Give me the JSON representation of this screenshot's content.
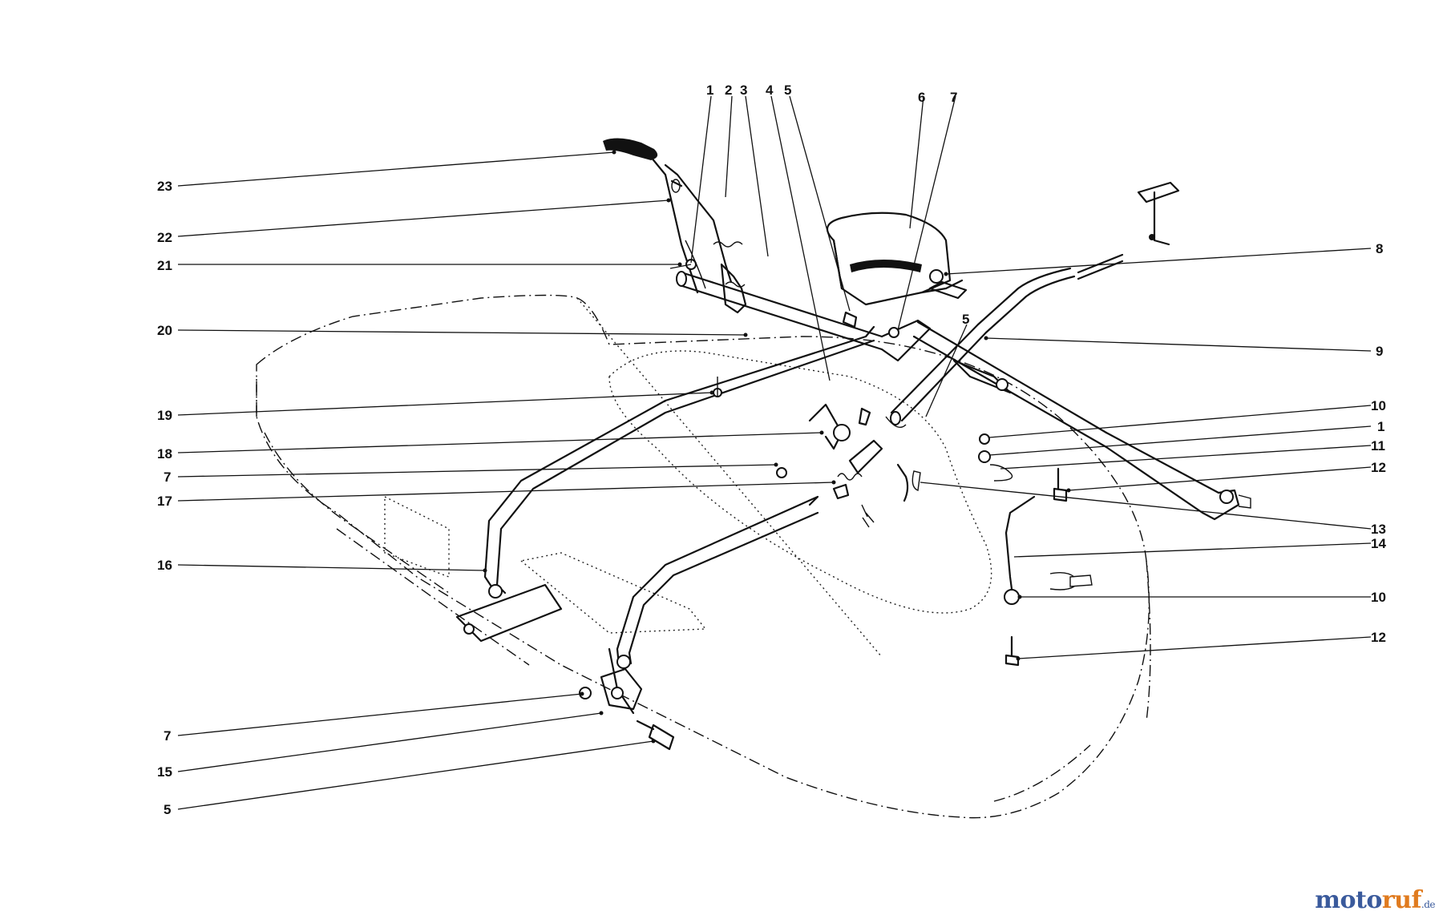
{
  "labels": {
    "top_1": "1",
    "top_2": "2",
    "top_3": "3",
    "top_4": "4",
    "top_5": "5",
    "top_6": "6",
    "top_7": "7",
    "l23": "23",
    "l22": "22",
    "l21": "21",
    "l20": "20",
    "l19": "19",
    "l18": "18",
    "l7a": "7",
    "l17": "17",
    "l16": "16",
    "l7b": "7",
    "l15": "15",
    "l5b": "5",
    "r8": "8",
    "r9": "9",
    "r10a": "10",
    "r1": "1",
    "r11": "11",
    "r12a": "12",
    "r13": "13",
    "r14": "14",
    "r10b": "10",
    "r12b": "12",
    "mid5": "5"
  },
  "watermark": {
    "brand_a": "moto",
    "brand_b": "ruf",
    "suffix": ".de"
  }
}
